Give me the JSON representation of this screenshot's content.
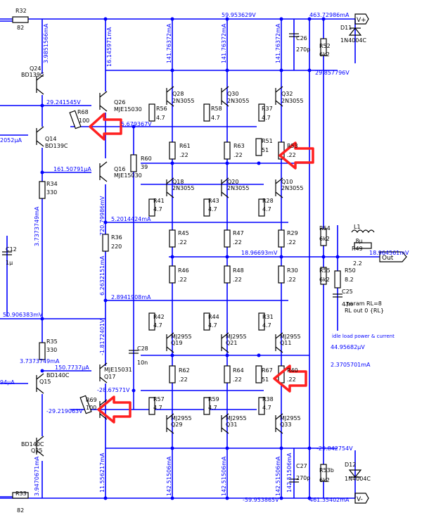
{
  "supply": {
    "vplus": "V+",
    "vminus": "V-",
    "out": "Out",
    "top_current": "463.72986mA",
    "bottom_current": "461.35402mA"
  },
  "wire_labels": [
    "59.953629V",
    "-59.953865V",
    "29.857796V",
    "-29.842754V",
    "29.241545V",
    "5.679367V",
    "161.50791µA",
    "5.2014424mA",
    "18.96693mV",
    "18.964561mV",
    "2.8941908mA",
    "50.906383mV",
    "150.7737µA",
    "-28.67571V",
    "-29.219063V",
    "2052µA",
    "94µA",
    "3.7373749mA"
  ],
  "vertical_labels": [
    "3.9851566mA",
    "16.145971mA",
    "141.76372mA",
    "141.76372mA",
    "141.76372mA",
    "3.7373749mA",
    "720.79986mV",
    "6.2632151mA",
    "-1.8172401V",
    "11.556217mA",
    "3.9470671mA",
    "142.51506mA",
    "142.51506mA",
    "142.51506mA",
    "142.51506mA"
  ],
  "components": [
    {
      "ref": "R32",
      "val": "82"
    },
    {
      "ref": "Q24",
      "val": "BD139C"
    },
    {
      "ref": "Q26",
      "val": "MJE15030"
    },
    {
      "ref": "R68",
      "val": "100"
    },
    {
      "ref": "Q14",
      "val": "BD139C"
    },
    {
      "ref": "Q16",
      "val": "MJE15030"
    },
    {
      "ref": "R34",
      "val": "330"
    },
    {
      "ref": "R60",
      "val": "39"
    },
    {
      "ref": "R36",
      "val": "220"
    },
    {
      "ref": "C12",
      "val": "1µ"
    },
    {
      "ref": "R35",
      "val": "330"
    },
    {
      "ref": "Q15",
      "val": "BD140C"
    },
    {
      "ref": "Q17",
      "val": "MJE15031"
    },
    {
      "ref": "R69",
      "val": "100"
    },
    {
      "ref": "Q25",
      "val": "BD140C"
    },
    {
      "ref": "R33",
      "val": "82"
    },
    {
      "ref": "Q28",
      "val": "2N3055"
    },
    {
      "ref": "Q30",
      "val": "2N3055"
    },
    {
      "ref": "Q32",
      "val": "2N3055"
    },
    {
      "ref": "R56",
      "val": "4.7"
    },
    {
      "ref": "R58",
      "val": "4.7"
    },
    {
      "ref": "R37",
      "val": "4.7"
    },
    {
      "ref": "R61",
      "val": ".22"
    },
    {
      "ref": "R63",
      "val": ".22"
    },
    {
      "ref": "R51",
      "val": "51"
    },
    {
      "ref": "R53",
      "val": ".22"
    },
    {
      "ref": "Q18",
      "val": "2N3055"
    },
    {
      "ref": "Q20",
      "val": "2N3055"
    },
    {
      "ref": "Q10",
      "val": "2N3055"
    },
    {
      "ref": "R41",
      "val": "4.7"
    },
    {
      "ref": "R43",
      "val": "4.7"
    },
    {
      "ref": "R28",
      "val": "4.7"
    },
    {
      "ref": "R45",
      "val": ".22"
    },
    {
      "ref": "R47",
      "val": ".22"
    },
    {
      "ref": "R29",
      "val": ".22"
    },
    {
      "ref": "R46",
      "val": ".22"
    },
    {
      "ref": "R48",
      "val": ".22"
    },
    {
      "ref": "R30",
      "val": ".22"
    },
    {
      "ref": "R42",
      "val": "4.7"
    },
    {
      "ref": "R44",
      "val": "4.7"
    },
    {
      "ref": "R31",
      "val": "4.7"
    },
    {
      "ref": "Q19",
      "val": "MJ2955"
    },
    {
      "ref": "Q21",
      "val": "MJ2955"
    },
    {
      "ref": "Q11",
      "val": "MJ2955"
    },
    {
      "ref": "C28",
      "val": "10n"
    },
    {
      "ref": "R62",
      "val": ".22"
    },
    {
      "ref": "R64",
      "val": ".22"
    },
    {
      "ref": "R67",
      "val": "51"
    },
    {
      "ref": "R40",
      "val": ".22"
    },
    {
      "ref": "R57",
      "val": "4.7"
    },
    {
      "ref": "R59",
      "val": "4.7"
    },
    {
      "ref": "R38",
      "val": "4.7"
    },
    {
      "ref": "Q29",
      "val": "MJ2955"
    },
    {
      "ref": "Q31",
      "val": "MJ2955"
    },
    {
      "ref": "Q33",
      "val": "MJ2955"
    },
    {
      "ref": "C26",
      "val": "270p"
    },
    {
      "ref": "R52",
      "val": "6k2"
    },
    {
      "ref": "D11",
      "val": "1N4004C"
    },
    {
      "ref": "R54",
      "val": "6k2"
    },
    {
      "ref": "L1",
      "val": ".8µ"
    },
    {
      "ref": "R49",
      "val": "2.2"
    },
    {
      "ref": "R55",
      "val": "6k2"
    },
    {
      "ref": "R50",
      "val": "8.2"
    },
    {
      "ref": "C25",
      "val": "47n"
    },
    {
      "ref": "C27",
      "val": "270p"
    },
    {
      "ref": "R53b",
      "val": "6k2"
    },
    {
      "ref": "D12",
      "val": "1N4004C"
    }
  ],
  "annotations": {
    "param": ".param RL=8",
    "rl_out": "RL out 0 {RL}",
    "idle_note": "idle load power & current",
    "power": "44.95682µV",
    "current": "2.3705701mA"
  }
}
